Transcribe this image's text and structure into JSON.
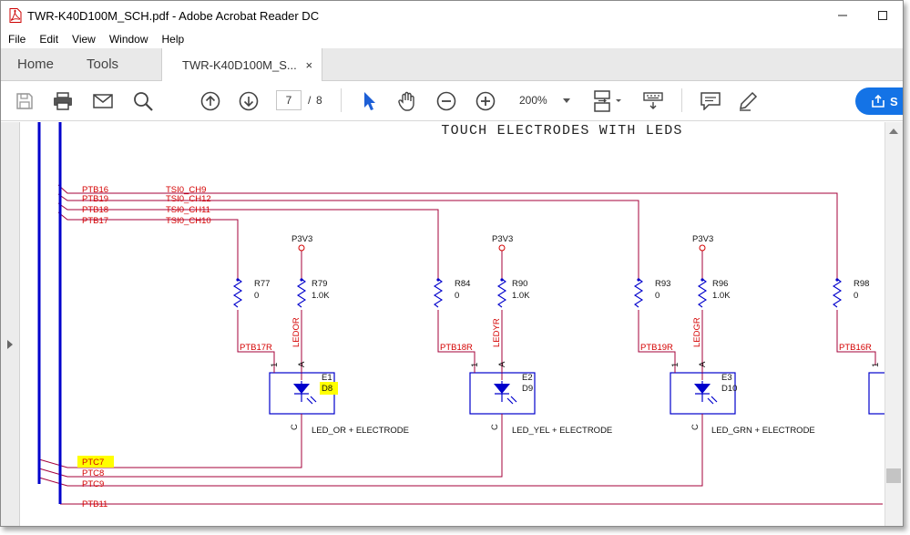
{
  "window": {
    "title": "TWR-K40D100M_SCH.pdf - Adobe Acrobat Reader DC"
  },
  "menu": [
    "File",
    "Edit",
    "View",
    "Window",
    "Help"
  ],
  "tabs": {
    "home": "Home",
    "tools": "Tools",
    "document": "TWR-K40D100M_S...",
    "close": "×"
  },
  "toolbar": {
    "page_current": "7",
    "page_sep": "/",
    "page_total": "8",
    "zoom": "200%",
    "share": "S"
  },
  "colors": {
    "wire": "#a4003a",
    "net_label": "#d40000",
    "bus": "#0000cc",
    "component": "#0000cc",
    "highlight": "#ffff00",
    "share": "#1473e6"
  },
  "schematic": {
    "title": "TOUCH ELECTRODES WITH LEDS",
    "nets_top": [
      "PTB16",
      "PTB19",
      "PTB18",
      "PTB17"
    ],
    "tsi_labels": [
      "TSI0_CH9",
      "TSI0_CH12",
      "TSI0_CH11",
      "TSI0_CH10"
    ],
    "power": "P3V3",
    "pin_1": "1",
    "pin_a": "A",
    "pin_c": "C",
    "resistors": [
      {
        "ref": "R77",
        "value": "0"
      },
      {
        "ref": "R79",
        "value": "1.0K"
      },
      {
        "ref": "R84",
        "value": "0"
      },
      {
        "ref": "R90",
        "value": "1.0K"
      },
      {
        "ref": "R93",
        "value": "0"
      },
      {
        "ref": "R96",
        "value": "1.0K"
      },
      {
        "ref": "R98",
        "value": "0"
      }
    ],
    "electrodes": [
      {
        "ref": "E1",
        "diode": "D8",
        "led_net": "LEDOR",
        "pad_net": "PTB17R",
        "label": "LED_OR + ELECTRODE"
      },
      {
        "ref": "E2",
        "diode": "D9",
        "led_net": "LEDYR",
        "pad_net": "PTB18R",
        "label": "LED_YEL + ELECTRODE"
      },
      {
        "ref": "E3",
        "diode": "D10",
        "led_net": "LEDGR",
        "pad_net": "PTB19R",
        "label": "LED_GRN + ELECTRODE"
      },
      {
        "pad_net": "PTB16R"
      }
    ],
    "nets_bottom": [
      "PTC7",
      "PTC8",
      "PTC9",
      "PTB11"
    ]
  }
}
